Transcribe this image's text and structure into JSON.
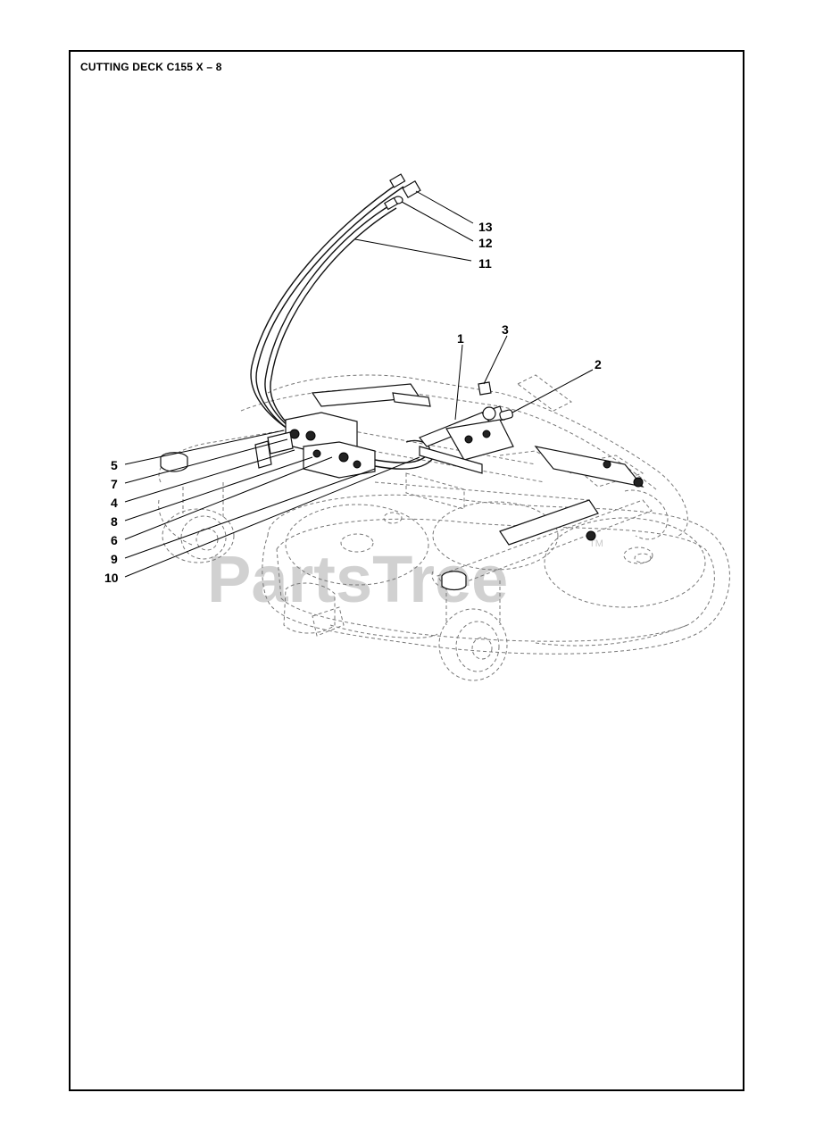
{
  "title": "CUTTING DECK C155 X – 8",
  "watermark": "PartsTree",
  "watermark_mark": "TM",
  "callouts": [
    {
      "id": "1",
      "label": "1"
    },
    {
      "id": "2",
      "label": "2"
    },
    {
      "id": "3",
      "label": "3"
    },
    {
      "id": "4",
      "label": "4"
    },
    {
      "id": "5",
      "label": "5"
    },
    {
      "id": "6",
      "label": "6"
    },
    {
      "id": "7",
      "label": "7"
    },
    {
      "id": "8",
      "label": "8"
    },
    {
      "id": "9",
      "label": "9"
    },
    {
      "id": "10",
      "label": "10"
    },
    {
      "id": "11",
      "label": "11"
    },
    {
      "id": "12",
      "label": "12"
    },
    {
      "id": "13",
      "label": "13"
    }
  ]
}
